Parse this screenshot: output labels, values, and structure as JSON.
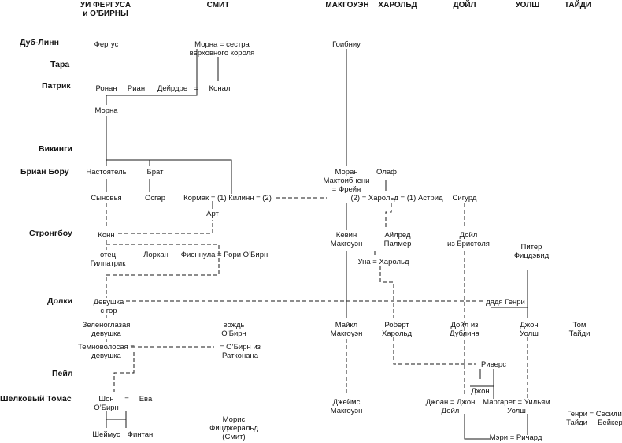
{
  "families": [
    "УИ ФЕРГУСА\nи О’БИРНЫ",
    "СМИТ",
    "МАКГОУЭН",
    "ХАРОЛЬД",
    "ДОЙЛ",
    "УОЛШ",
    "ТАЙДИ"
  ],
  "eras": [
    "Дуб-Линн",
    "Тара",
    "Патрик",
    "Викинги",
    "Бриан Бору",
    "Стронгбоу",
    "Долки",
    "Пейл",
    "Шелковый Томас"
  ],
  "people": [
    "Фергус",
    "Морна = сестра\nверховного короля",
    "Гоибниу",
    "Ронан",
    "Риан",
    "Дейрдре",
    "=",
    "Конал",
    "Морна",
    "Настоятель",
    "Брат",
    "Моран\nМактоибнени\n= Фрейя",
    "Олаф",
    "Сыновья",
    "Осгар",
    "Кормак = (1) Килинн = (2)",
    "(2) = Харольд = (1) Астрид",
    "Сигурд",
    "Арт",
    "Конн",
    "Кевин\nМакгоуэн",
    "Айлред\nПалмер",
    "Дойл\nиз Бристоля",
    "Питер\nФицдэвид",
    "отец\nГилпатрик",
    "Лоркан",
    "Фионнула = Рори О’Бирн",
    "Уна = Харольд",
    "Девушка\nс гор",
    "дядя Генри",
    "Зеленоглазая\nдевушка",
    "вождь\nО’Бирн",
    "Майкл\nМакгоуэн",
    "Роберт\nХарольд",
    "Дойл из\nДублина",
    "Джон\nУолш",
    "Том\nТайди",
    "Темноволосая =\nдевушка",
    "= О’Бирн из\nРатконана",
    "Риверс",
    "Джон",
    "Шон\nО’Бирн",
    "=",
    "Ева",
    "Джеймс\nМакгоуэн",
    "Джоан = Джон\nДойл",
    "Маргарет = Уильям\nУолш",
    "Генри = Сесили\nТайди     Бейкер",
    "Морис\nФицджеральд\n(Смит)",
    "Шеймус",
    "Финтан",
    "Мэри = Ричард"
  ]
}
